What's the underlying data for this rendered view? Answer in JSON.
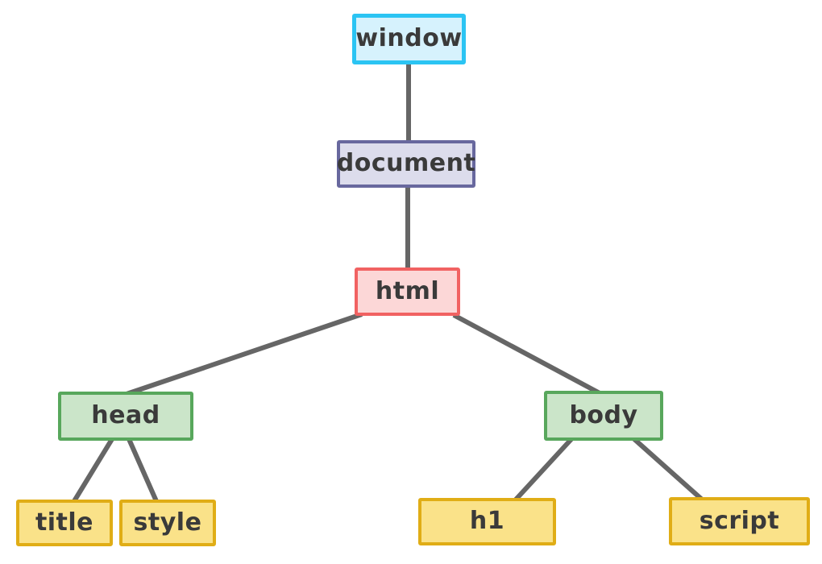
{
  "colors": {
    "background": "#ffffff",
    "connector": "#666666",
    "text": "#3a3a3a",
    "window_fill": "#d6f2fd",
    "window_border": "#2bc4f3",
    "document_fill": "#dcdcec",
    "document_border": "#68689e",
    "html_fill": "#fcd7d7",
    "html_border": "#f16262",
    "green_fill": "#cbe5c9",
    "green_border": "#58a75c",
    "yellow_fill": "#fae289",
    "yellow_border": "#e0ad16"
  },
  "nodes": {
    "window": {
      "label": "window"
    },
    "document": {
      "label": "document"
    },
    "html": {
      "label": "html"
    },
    "head": {
      "label": "head"
    },
    "body": {
      "label": "body"
    },
    "title": {
      "label": "title"
    },
    "style": {
      "label": "style"
    },
    "h1": {
      "label": "h1"
    },
    "script": {
      "label": "script"
    }
  },
  "edges": [
    {
      "from": "window",
      "to": "document"
    },
    {
      "from": "document",
      "to": "html"
    },
    {
      "from": "html",
      "to": "head"
    },
    {
      "from": "html",
      "to": "body"
    },
    {
      "from": "head",
      "to": "title"
    },
    {
      "from": "head",
      "to": "style"
    },
    {
      "from": "body",
      "to": "h1"
    },
    {
      "from": "body",
      "to": "script"
    }
  ]
}
